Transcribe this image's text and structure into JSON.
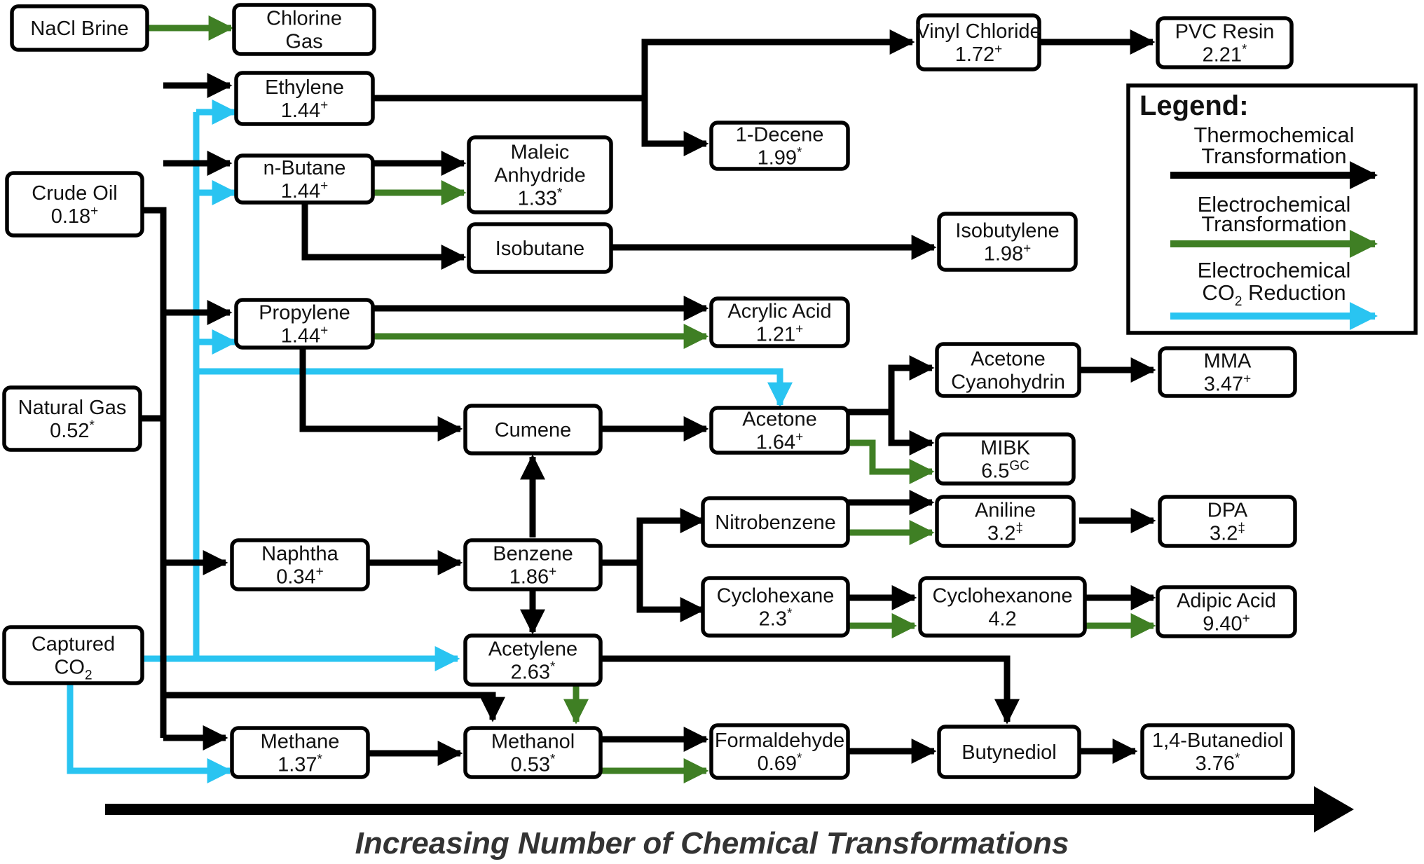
{
  "colors": {
    "thermo": "#000000",
    "electro": "#3f7f24",
    "co2": "#29c4f1",
    "box_border": "#000000",
    "text": "#111111"
  },
  "nodes": {
    "nacl_brine": {
      "line1": "NaCl Brine"
    },
    "chlorine_gas": {
      "line1": "Chlorine",
      "line2": "Gas"
    },
    "crude_oil": {
      "line1": "Crude Oil",
      "value": "0.18",
      "mark": "+"
    },
    "natural_gas": {
      "line1": "Natural Gas",
      "value": "0.52",
      "mark": "*"
    },
    "captured_co2": {
      "line1": "Captured",
      "line2": "CO",
      "sub": "2"
    },
    "ethylene": {
      "line1": "Ethylene",
      "value": "1.44",
      "mark": "+"
    },
    "n_butane": {
      "line1": "n-Butane",
      "value": "1.44",
      "mark": "+"
    },
    "propylene": {
      "line1": "Propylene",
      "value": "1.44",
      "mark": "+"
    },
    "naphtha": {
      "line1": "Naphtha",
      "value": "0.34",
      "mark": "+"
    },
    "methane": {
      "line1": "Methane",
      "value": "1.37",
      "mark": "*"
    },
    "maleic": {
      "line1": "Maleic",
      "line2": "Anhydride",
      "value": "1.33",
      "mark": "*"
    },
    "isobutane": {
      "line1": "Isobutane"
    },
    "cumene": {
      "line1": "Cumene"
    },
    "benzene": {
      "line1": "Benzene",
      "value": "1.86",
      "mark": "+"
    },
    "acetylene": {
      "line1": "Acetylene",
      "value": "2.63",
      "mark": "*"
    },
    "methanol": {
      "line1": "Methanol",
      "value": "0.53",
      "mark": "*"
    },
    "vinyl_chloride": {
      "line1": "Vinyl Chloride",
      "value": "1.72",
      "mark": "+"
    },
    "decene": {
      "line1": "1-Decene",
      "value": "1.99",
      "mark": "*"
    },
    "acrylic_acid": {
      "line1": "Acrylic Acid",
      "value": "1.21",
      "mark": "+"
    },
    "acetone": {
      "line1": "Acetone",
      "value": "1.64",
      "mark": "+"
    },
    "nitrobenzene": {
      "line1": "Nitrobenzene"
    },
    "cyclohexane": {
      "line1": "Cyclohexane",
      "value": "2.3",
      "mark": "*"
    },
    "formaldehyde": {
      "line1": "Formaldehyde",
      "value": "0.69",
      "mark": "*"
    },
    "isobutylene": {
      "line1": "Isobutylene",
      "value": "1.98",
      "mark": "+"
    },
    "acetone_cyano": {
      "line1": "Acetone",
      "line2": "Cyanohydrin"
    },
    "mibk": {
      "line1": "MIBK",
      "value": "6.5",
      "mark": "GC"
    },
    "aniline": {
      "line1": "Aniline",
      "value": "3.2",
      "mark": "‡"
    },
    "cyclohexanone": {
      "line1": "Cyclohexanone",
      "value": "4.2"
    },
    "butynediol": {
      "line1": "Butynediol"
    },
    "pvc_resin": {
      "line1": "PVC Resin",
      "value": "2.21",
      "mark": "*"
    },
    "mma": {
      "line1": "MMA",
      "value": "3.47",
      "mark": "+"
    },
    "dpa": {
      "line1": "DPA",
      "value": "3.2",
      "mark": "‡"
    },
    "adipic_acid": {
      "line1": "Adipic Acid",
      "value": "9.40",
      "mark": "+"
    },
    "butanediol": {
      "line1": "1,4-Butanediol",
      "value": "3.76",
      "mark": "*"
    }
  },
  "legend": {
    "title": "Legend:",
    "thermo_line1": "Thermochemical",
    "thermo_line2": "Transformation",
    "electro_line1": "Electrochemical",
    "electro_line2": "Transformation",
    "co2_line1": "Electrochemical",
    "co2_line2a": "CO",
    "co2_line2_sub": "2",
    "co2_line2b": " Reduction"
  },
  "axis_label": "Increasing Number of Chemical Transformations"
}
